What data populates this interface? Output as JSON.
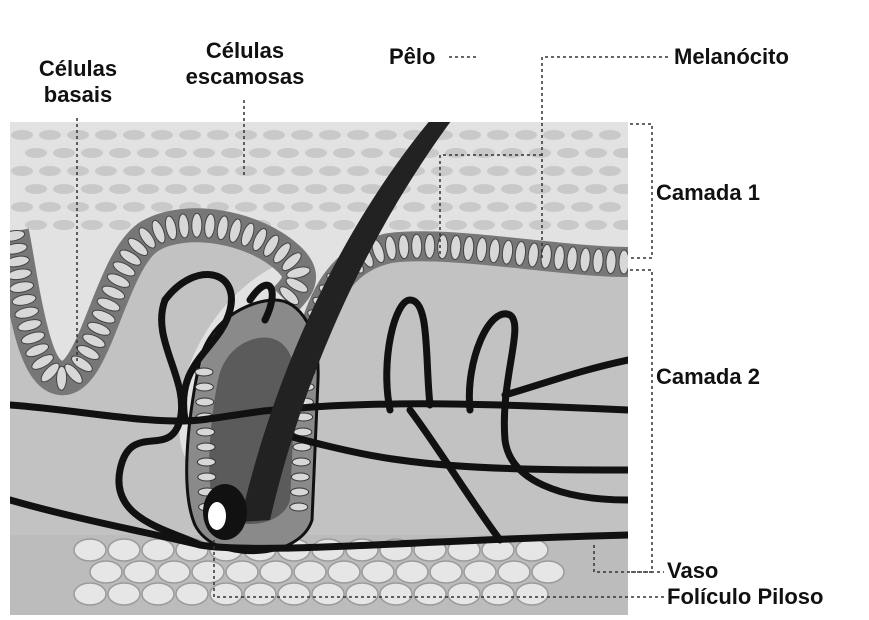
{
  "labels": {
    "celulas_basais": [
      "Células",
      "basais"
    ],
    "celulas_escamosas": [
      "Células",
      "escamosas"
    ],
    "pelo": "Pêlo",
    "melanocito": "Melanócito",
    "camada1": "Camada 1",
    "camada2": "Camada 2",
    "vaso": "Vaso",
    "foliculo": "Folículo Piloso"
  },
  "colors": {
    "epidermis": "#e2e2e2",
    "dermis": "#c2c2c2",
    "outline": "#111111",
    "cell_fill": "#d8d8d8",
    "hair": "#222222",
    "fat": "#e6e6e6"
  }
}
